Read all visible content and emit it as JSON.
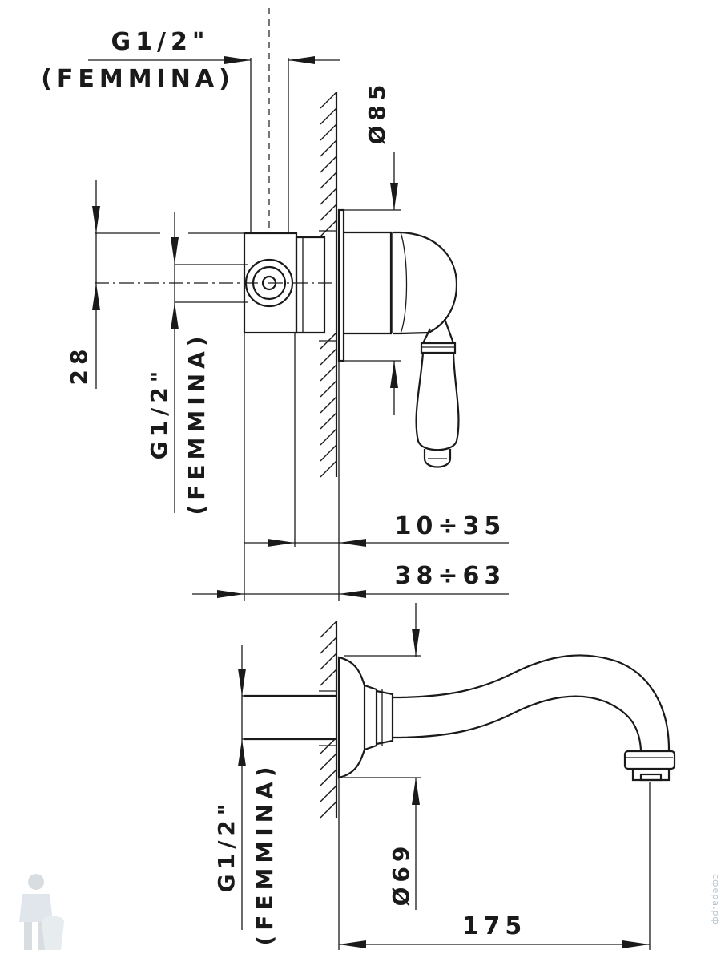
{
  "labels": {
    "top_thread": "G1/2\"",
    "top_femmina": "(FEMMINA)",
    "dia_85": "Ø85",
    "dim_28": "28",
    "left_thread": "G1/2\"",
    "left_femmina": "(FEMMINA)",
    "range_10_35": "10÷35",
    "range_38_63": "38÷63",
    "bottom_thread": "G1/2\"",
    "bottom_femmina": "(FEMMINA)",
    "dia_69": "Ø69",
    "dim_175": "175"
  },
  "watermark": {
    "side_text": "сфера.рф",
    "logo": "plumber-mascot-icon"
  },
  "colors": {
    "line": "#1a1a1a",
    "watermark": "#b9c3cc",
    "background": "#ffffff"
  }
}
